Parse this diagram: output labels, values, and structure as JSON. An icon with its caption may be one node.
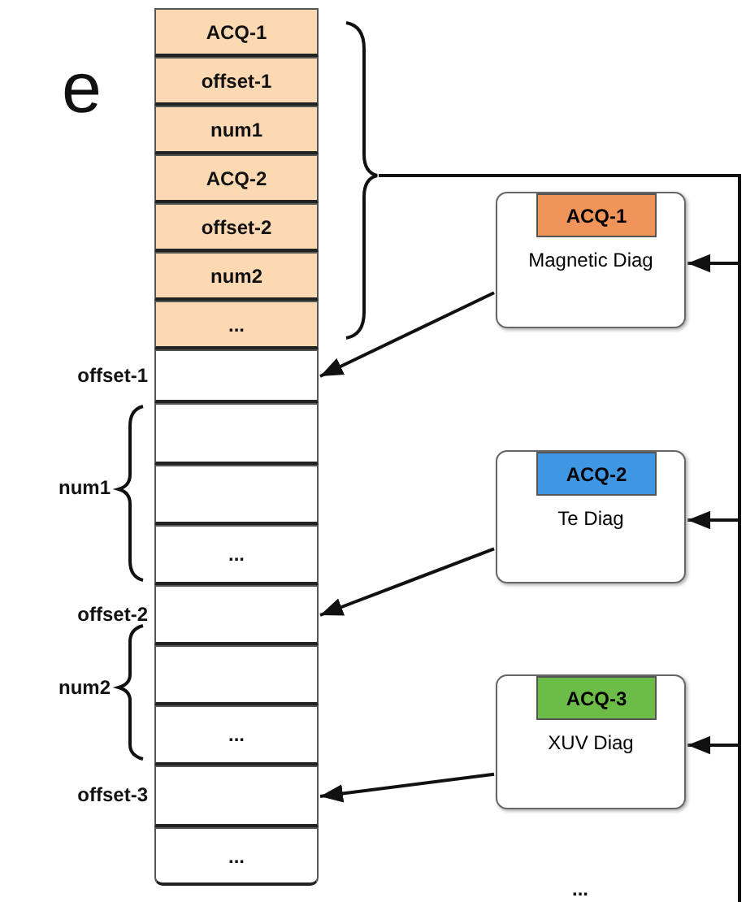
{
  "diagram": {
    "nodes": [
      {
        "text": [
          "ACQ-1"
        ]
      },
      {
        "text": [
          "offset-1"
        ]
      },
      {
        "text": [
          "num1"
        ]
      },
      {
        "text": [
          "ACQ-2"
        ]
      },
      {
        "text": [
          "offset-2"
        ]
      },
      {
        "text": [
          "num2"
        ]
      },
      {
        "text": [
          "..."
        ]
      },
      {
        "text": [],
        "shape": "box",
        "beside": [
          "offset-1"
        ]
      },
      {
        "text": [],
        "shape": "box"
      },
      {
        "text": [],
        "shape": "box"
      },
      {
        "text": [
          "..."
        ]
      },
      {
        "text": [],
        "shape": "box",
        "beside": [
          "offset-2"
        ]
      },
      {
        "text": [],
        "shape": "box"
      },
      {
        "text": [
          "..."
        ]
      },
      {
        "text": [],
        "shape": "box",
        "beside": [
          "offset-3"
        ]
      },
      {
        "text": [
          "..."
        ]
      },
      {
        "text": [
          "ACQ-1",
          "Magnetic Diag"
        ]
      },
      {
        "text": [
          "ACQ-2",
          "Te Diag"
        ]
      },
      {
        "text": [
          "ACQ-3",
          "XUV Diag"
        ]
      },
      {
        "text": [],
        "shape": "brace"
      }
    ],
    "edges": [
      {
        "from": 16,
        "to": 7,
        "arrow": "to"
      },
      {
        "from": 17,
        "to": 11,
        "arrow": "to"
      },
      {
        "from": 18,
        "to": 14,
        "arrow": "to"
      },
      {
        "from": 19,
        "to": 16,
        "arrow": "to"
      },
      {
        "from": 19,
        "to": 17,
        "arrow": "to"
      },
      {
        "from": 19,
        "to": 18,
        "arrow": "to"
      }
    ],
    "labels": [
      "e",
      "num1",
      "num2",
      "..."
    ]
  }
}
